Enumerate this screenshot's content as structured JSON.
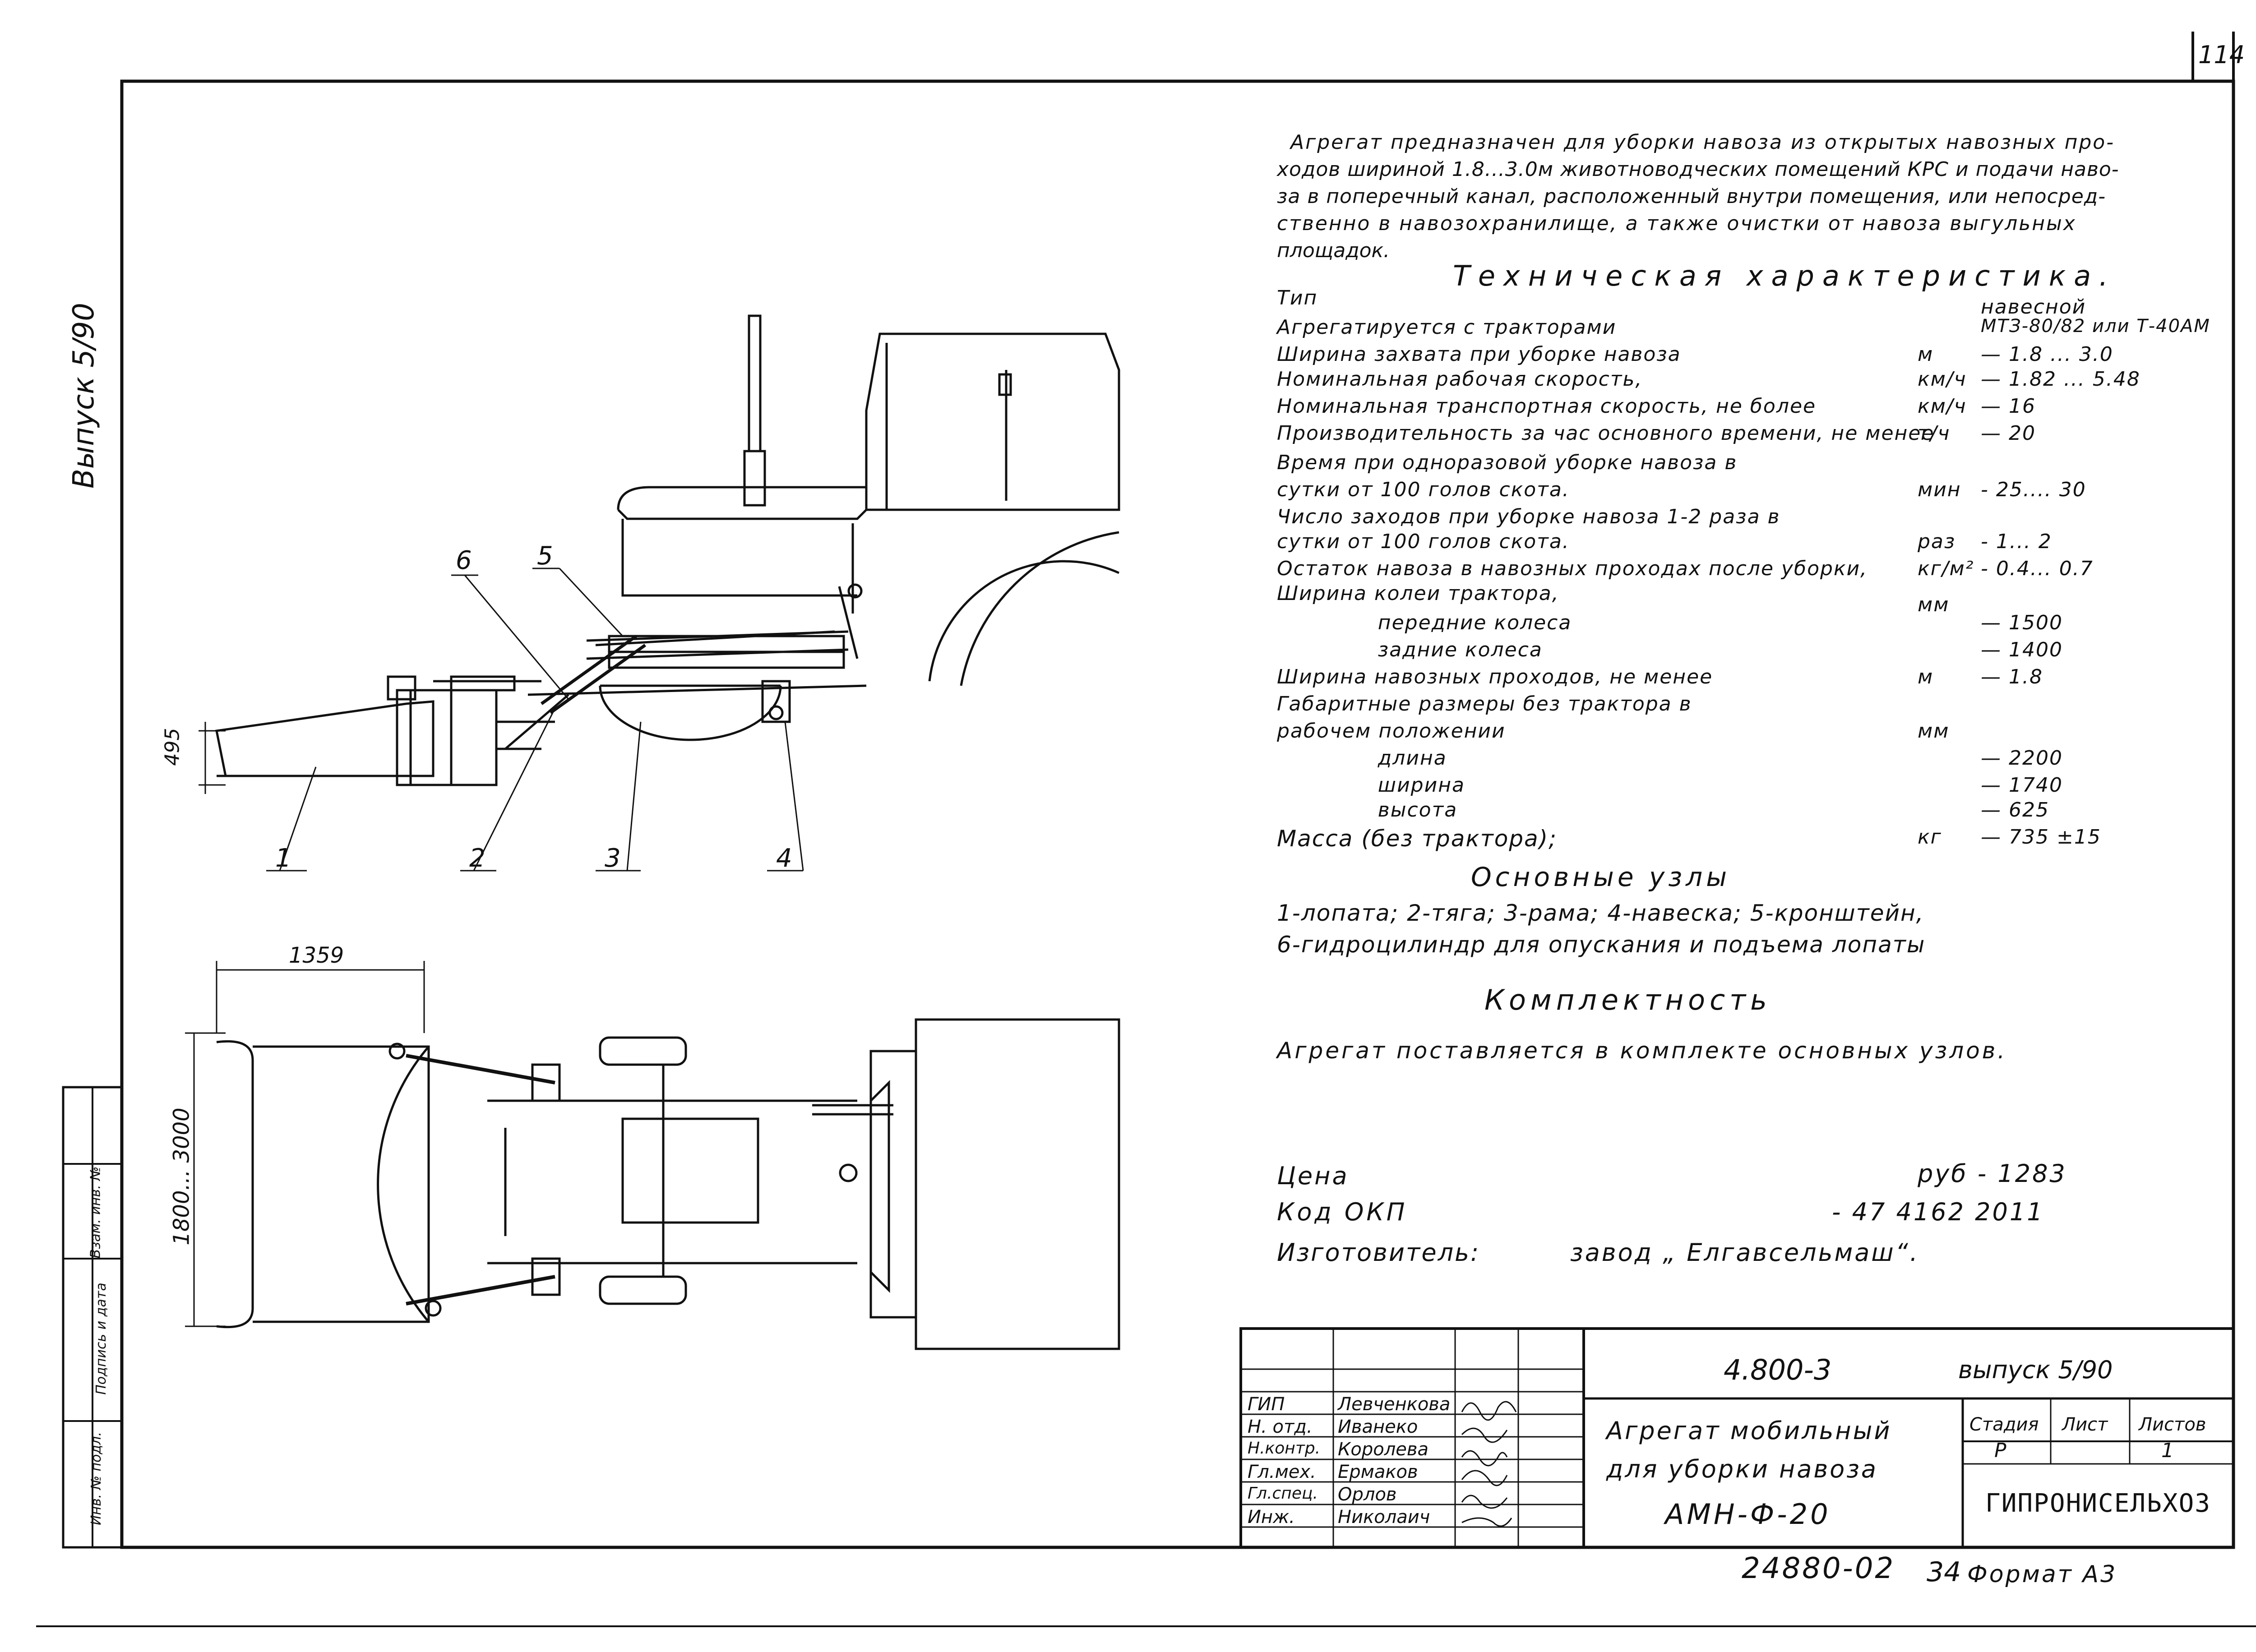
{
  "sheet": {
    "number": "114",
    "side_issue": "Выпуск 5/90",
    "side_stamp": [
      "Инв. № подл.",
      "Подпись и дата",
      "Взам. инв. №"
    ]
  },
  "description": {
    "lines": [
      "Агрегат предназначен для уборки навоза из открытых навозных про-",
      "ходов шириной 1.8...3.0м животноводческих помещений КРС и подачи наво-",
      "за в поперечный канал, расположенный внутри помещения, или непосред-",
      "ственно в навозохранилище, а также очистки от навоза выгульных",
      "площадок."
    ]
  },
  "tech": {
    "heading": "Техническая характеристика.",
    "rows": [
      {
        "label": "Тип",
        "unit": "",
        "value": "навесной"
      },
      {
        "label": "Агрегатируется с тракторами",
        "unit": "",
        "value": "МТЗ-80/82 или Т-40АМ"
      },
      {
        "label": "Ширина захвата при уборке навоза",
        "unit": "м",
        "value": "— 1.8 ... 3.0"
      },
      {
        "label": "Номинальная рабочая скорость,",
        "unit": "км/ч",
        "value": "— 1.82 ... 5.48"
      },
      {
        "label": "Номинальная транспортная скорость, не более",
        "unit": "км/ч",
        "value": "— 16"
      },
      {
        "label": "Производительность за час основного времени, не менее",
        "unit": "т/ч",
        "value": "— 20"
      },
      {
        "label": "Время при одноразовой уборке навоза в",
        "unit": "",
        "value": ""
      },
      {
        "label": "сутки от 100 голов скота.",
        "unit": "мин",
        "value": "- 25.... 30"
      },
      {
        "label": "Число заходов при уборке навоза 1-2 раза в",
        "unit": "",
        "value": ""
      },
      {
        "label": "сутки от 100 голов скота.",
        "unit": "раз",
        "value": "- 1... 2"
      },
      {
        "label": "Остаток навоза в навозных проходах после уборки,",
        "unit": "кг/м²",
        "value": "- 0.4... 0.7"
      },
      {
        "label": "Ширина колеи трактора,",
        "unit": "мм",
        "value": ""
      },
      {
        "label": "              передние колеса",
        "unit": "",
        "value": "— 1500"
      },
      {
        "label": "              задние колеса",
        "unit": "",
        "value": "— 1400"
      },
      {
        "label": "Ширина навозных проходов, не менее",
        "unit": "м",
        "value": "— 1.8"
      },
      {
        "label": "Габаритные размеры без трактора в",
        "unit": "",
        "value": ""
      },
      {
        "label": "рабочем положении",
        "unit": "мм",
        "value": ""
      },
      {
        "label": "              длина",
        "unit": "",
        "value": "— 2200"
      },
      {
        "label": "              ширина",
        "unit": "",
        "value": "— 1740"
      },
      {
        "label": "              высота",
        "unit": "",
        "value": "— 625"
      },
      {
        "label": "Масса (без трактора);",
        "unit": "кг",
        "value": "— 735 ±15"
      }
    ]
  },
  "units": {
    "heading": "Основные узлы",
    "line1": "1-лопата; 2-тяга; 3-рама; 4-навеска; 5-кронштейн,",
    "line2": "6-гидроцилиндр для опускания и подъема лопаты"
  },
  "kit": {
    "heading": "Комплектность",
    "text": "Агрегат поставляется в комплекте основных узлов."
  },
  "price": {
    "price_label": "Цена",
    "price_value": "руб - 1283",
    "okp_label": "Код ОКП",
    "okp_value": "- 47 4162 2011",
    "maker_label": "Изготовитель:",
    "maker_value": "завод „ Елгавсельмаш“."
  },
  "drawing": {
    "dim_height": "495",
    "dim_length": "1359",
    "dim_width": "1800... 3000",
    "callouts": [
      "1",
      "2",
      "3",
      "4",
      "5",
      "6"
    ]
  },
  "title_block": {
    "doc_code": "4.800-3",
    "issue": "выпуск 5/90",
    "title_line1": "Агрегат мобильный",
    "title_line2": "для уборки навоза",
    "title_line3": "АМН-Ф-20",
    "stage_header": "Стадия",
    "sheet_header": "Лист",
    "sheets_header": "Листов",
    "stage_value": "Р",
    "sheet_value": "",
    "sheets_value": "1",
    "org": "ГИПРОНИСЕЛЬХОЗ",
    "people": [
      {
        "role": "ГИП",
        "name": "Левченкова"
      },
      {
        "role": "Н. отд.",
        "name": "Иванеко"
      },
      {
        "role": "Н.контр.",
        "name": "Королева"
      },
      {
        "role": "Гл.мех.",
        "name": "Ермаков"
      },
      {
        "role": "Гл.спец.",
        "name": "Орлов"
      },
      {
        "role": "Инж.",
        "name": "Николаич"
      }
    ]
  },
  "footer": {
    "archive": "24880-02",
    "page": "34",
    "format": "Формат А3"
  }
}
